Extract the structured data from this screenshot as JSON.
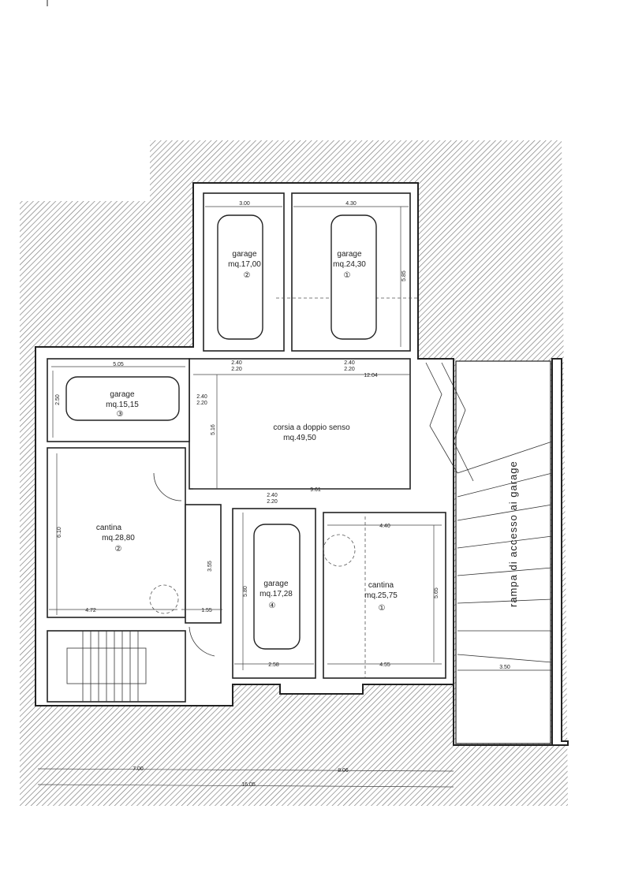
{
  "rooms": {
    "garage_2": {
      "name": "garage",
      "area": "mq.17,00",
      "unit": "②",
      "width": "3.00"
    },
    "garage_1": {
      "name": "garage",
      "area": "mq.24,30",
      "unit": "①",
      "width": "4.30",
      "depth": "5.85"
    },
    "garage_3": {
      "name": "garage",
      "area": "mq.15,15",
      "unit": "③",
      "width": "5.05",
      "depth": "2.50"
    },
    "corsia": {
      "name": "corsia a doppio senso",
      "area": "mq.49,50",
      "width": "12.04",
      "width_lower": "9.61",
      "depth": "5.16"
    },
    "cantina_2": {
      "name": "cantina",
      "area": "mq.28,80",
      "unit": "②",
      "width": "4.72",
      "depth": "6.10"
    },
    "garage_4": {
      "name": "garage",
      "area": "mq.17,28",
      "unit": "④",
      "width": "2.58",
      "depth": "5.80"
    },
    "cantina_1": {
      "name": "cantina",
      "area": "mq.25,75",
      "unit": "①",
      "width_top": "4.40",
      "width_bottom": "4.55",
      "depth": "5.65"
    },
    "corridor": {
      "width": "1.55",
      "depth": "3.55"
    }
  },
  "openings": {
    "height_a": "2.40",
    "height_b": "2.20"
  },
  "ramp": {
    "label": "rampa di accesso ai garage",
    "width": "3.50"
  },
  "overall": {
    "left": "7.00",
    "right": "8.06",
    "total": "16.05"
  }
}
